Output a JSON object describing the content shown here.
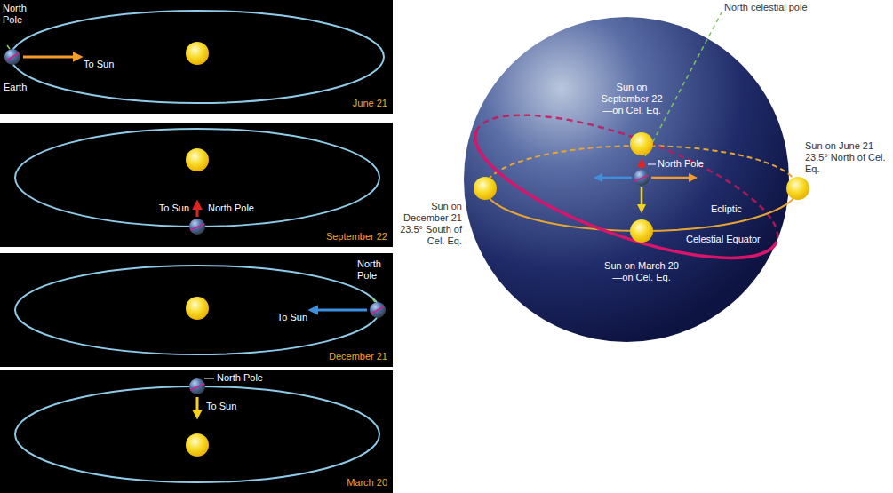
{
  "diagram": {
    "nodes": [
      {
        "text": [
          "North Pole",
          "Earth",
          "To Sun",
          "June 21"
        ]
      },
      {
        "text": [
          "To Sun",
          "North Pole",
          "September 22"
        ]
      },
      {
        "text": [
          "North Pole",
          "To Sun",
          "December 21"
        ]
      },
      {
        "text": [
          "North Pole",
          "To Sun",
          "March 20"
        ]
      },
      {
        "text": [
          "Sun on September 22 —on Cel. Eq.",
          "North Pole",
          "Ecliptic",
          "Celestial Equator",
          "Sun on March 20 —on Cel. Eq."
        ]
      }
    ],
    "labels": [
      "North celestial pole",
      "Sun on June 21 23.5° North of Cel. Eq.",
      "Sun on December 21 23.5° South of Cel. Eq."
    ]
  }
}
